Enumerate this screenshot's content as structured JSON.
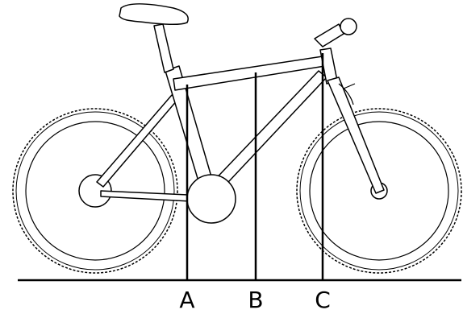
{
  "diagram": {
    "markers": [
      {
        "id": "A",
        "label": "A"
      },
      {
        "id": "B",
        "label": "B"
      },
      {
        "id": "C",
        "label": "C"
      }
    ]
  },
  "colors": {
    "stroke": "#000000",
    "background": "#ffffff"
  }
}
